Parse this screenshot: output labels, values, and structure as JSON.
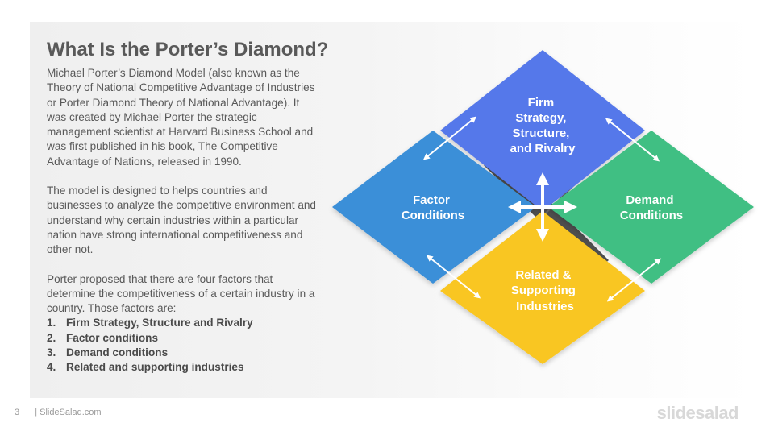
{
  "slide": {
    "title": "What Is the Porter’s Diamond?",
    "paragraph1": "Michael Porter’s Diamond Model (also known as the Theory of National Competitive Advantage of Industries or Porter Diamond Theory of National Advantage). It was created by Michael Porter the strategic management scientist at Harvard Business School and was first published in his book, The Competitive Advantage of Nations, released in 1990.",
    "paragraph2": "The model is designed to helps countries and businesses to analyze the competitive environment and understand why certain industries within a particular nation have strong international competitiveness and other not.",
    "paragraph3": "Porter proposed that there are four factors that determine the competitiveness of a certain industry in a country. Those factors are:",
    "factors": [
      {
        "num": "1.",
        "text": "Firm Strategy, Structure and Rivalry"
      },
      {
        "num": "2.",
        "text": "Factor conditions"
      },
      {
        "num": "3.",
        "text": "Demand conditions"
      },
      {
        "num": "4.",
        "text": "Related and supporting industries"
      }
    ]
  },
  "diagram": {
    "top": {
      "lines": [
        "Firm",
        "Strategy,",
        "Structure,",
        "and Rivalry"
      ],
      "color": "#5578ea"
    },
    "left": {
      "lines": [
        "Factor",
        "Conditions"
      ],
      "color": "#3a8fd8"
    },
    "right": {
      "lines": [
        "Demand",
        "Conditions"
      ],
      "color": "#3fbf83"
    },
    "bottom": {
      "lines": [
        "Related &",
        "Supporting",
        "Industries"
      ],
      "color": "#f9c623"
    }
  },
  "footer": {
    "page_number": "3",
    "site": "| SlideSalad.com",
    "brand": "slidesalad"
  }
}
